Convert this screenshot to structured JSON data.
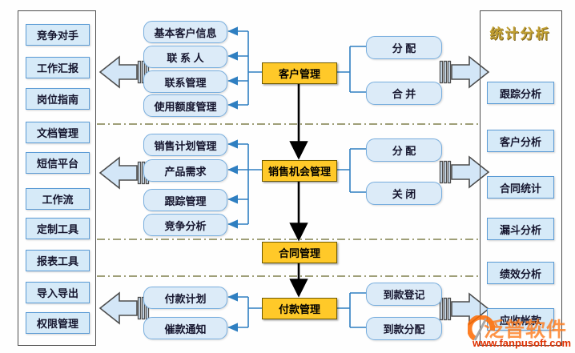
{
  "left_panel": {
    "items": [
      "竞争对手",
      "工作汇报",
      "岗位指南",
      "文档管理",
      "短信平台",
      "工作流",
      "定制工具",
      "报表工具",
      "导入导出",
      "权限管理"
    ]
  },
  "flow": {
    "nodes": [
      "客户管理",
      "销售机会管理",
      "合同管理",
      "付款管理"
    ]
  },
  "groups": {
    "customer": {
      "left": [
        "基本客户信息",
        "联 系 人",
        "联系管理",
        "使用额度管理"
      ],
      "right": [
        "分  配",
        "合  并"
      ]
    },
    "sales": {
      "left": [
        "销售计划管理",
        "产品需求",
        "跟踪管理",
        "竞争分析"
      ],
      "right": [
        "分  配",
        "关  闭"
      ]
    },
    "payment": {
      "left": [
        "付款计划",
        "催款通知"
      ],
      "right": [
        "到款登记",
        "到款分配"
      ]
    }
  },
  "right_panel": {
    "title": "统计分析",
    "items": [
      "跟踪分析",
      "客户分析",
      "合同统计",
      "漏斗分析",
      "绩效分析",
      "应收帐款"
    ]
  },
  "watermark": {
    "brand": "泛普软件",
    "url": "www.fanpusoft.com"
  },
  "colors": {
    "node_fill": "#ffc929",
    "box_fill": "#d6eaf8",
    "box_border": "#5b9bd5",
    "connector_blue": "#2f7fc1",
    "flow_black": "#000000",
    "dash_line": "#9f9f78",
    "title_gold": "#c2a032",
    "watermark_orange": "#ff7a1a",
    "watermark_red": "#e03000"
  }
}
